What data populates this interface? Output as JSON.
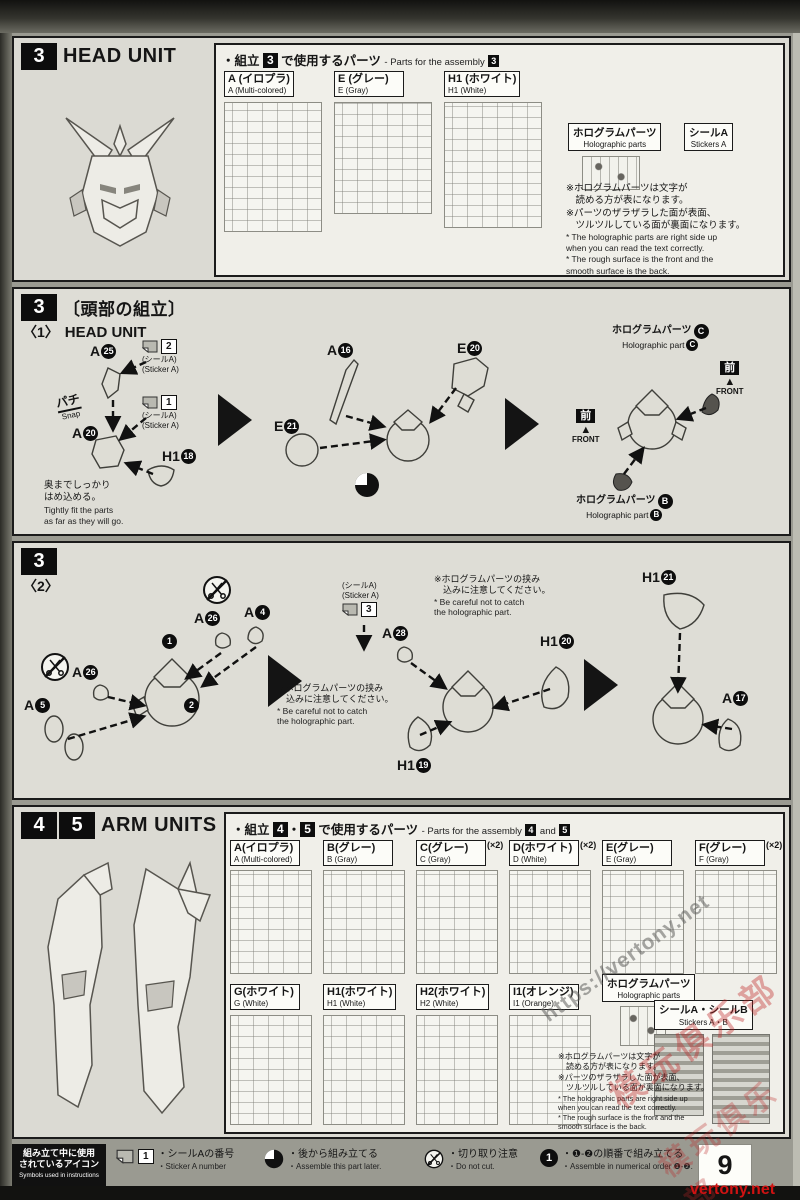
{
  "page": {
    "number": "9"
  },
  "watermarks": {
    "url": "https://vertony.net",
    "site": "vertony.net",
    "seal": "模玩俱乐部"
  },
  "s1": {
    "step": "3",
    "title": "HEAD UNIT",
    "parts_title": {
      "jp_pre": "・組立",
      "step": "3",
      "jp_post": "で使用するパーツ",
      "en_pre": "- Parts for the assembly",
      "en_step": "3"
    },
    "parts": [
      {
        "jp": "A (イロプラ)",
        "en": "A (Multi-colored)"
      },
      {
        "jp": "E (グレー)",
        "en": "E (Gray)"
      },
      {
        "jp": "H1 (ホワイト)",
        "en": "H1 (White)"
      }
    ],
    "holo": {
      "jp": "ホログラムパーツ",
      "en": "Holographic parts"
    },
    "stickers": {
      "jp": "シールA",
      "en": "Stickers A"
    },
    "notes": {
      "jp1": "※ホログラムパーツは文字が",
      "jp2": "　読める方が表になります。",
      "jp3": "※パーツのザラザラした面が表面、",
      "jp4": "　ツルツルしている面が裏面になります。",
      "en1": "* The holographic parts are right side up",
      "en2": "  when you can read the text correctly.",
      "en3": "* The rough surface is the front and the",
      "en4": "  smooth surface is the back."
    }
  },
  "s2": {
    "step": "3",
    "title": "〔頭部の組立〕",
    "substep": "〈1〉",
    "subtitle": "HEAD UNIT",
    "sticker_tag": {
      "jp": "(シールA)",
      "en": "(Sticker A)",
      "num1": "2",
      "num2": "1"
    },
    "snap": {
      "jp": "パチ",
      "en": "Snap"
    },
    "parts": {
      "a25": {
        "l": "A",
        "n": "25"
      },
      "a20": {
        "l": "A",
        "n": "20"
      },
      "h118": {
        "l": "H1",
        "n": "18"
      },
      "a16": {
        "l": "A",
        "n": "16"
      },
      "e20": {
        "l": "E",
        "n": "20"
      },
      "e21": {
        "l": "E",
        "n": "21"
      }
    },
    "fit_note": {
      "jp1": "奥までしっかり",
      "jp2": "はめ込める。",
      "en1": "Tightly fit the parts",
      "en2": "as far as they will go."
    },
    "holo_c": {
      "jp": "ホログラムパーツ",
      "letter": "C",
      "en": "Holographic part"
    },
    "holo_b": {
      "jp": "ホログラムパーツ",
      "letter": "B",
      "en": "Holographic part"
    },
    "front": {
      "jp": "前",
      "en": "FRONT"
    }
  },
  "s3": {
    "step": "3",
    "substep": "〈2〉",
    "parts": {
      "a26a": {
        "l": "A",
        "n": "26"
      },
      "a4": {
        "l": "A",
        "n": "4"
      },
      "a26b": {
        "l": "A",
        "n": "26"
      },
      "a5": {
        "l": "A",
        "n": "5"
      },
      "a28": {
        "l": "A",
        "n": "28"
      },
      "h121": {
        "l": "H1",
        "n": "21"
      },
      "h120": {
        "l": "H1",
        "n": "20"
      },
      "h119": {
        "l": "H1",
        "n": "19"
      },
      "a17": {
        "l": "A",
        "n": "17"
      }
    },
    "order": {
      "n1": "1",
      "n2": "2"
    },
    "sticker_tag": {
      "jp": "(シールA)",
      "en": "(Sticker A)",
      "num": "3"
    },
    "caution": {
      "jp1": "※ホログラムパーツの挟み",
      "jp2": "　込みに注意してください。",
      "en1": "* Be careful not to catch",
      "en2": "  the holographic part."
    }
  },
  "s4": {
    "step1": "4",
    "step2": "5",
    "title": "ARM UNITS",
    "parts_title": {
      "jp_pre": "・組立",
      "step1": "4",
      "dot": "・",
      "step2": "5",
      "jp_post": "で使用するパーツ",
      "en_pre": "- Parts for the assembly",
      "en_step1": "4",
      "en_and": "and",
      "en_step2": "5"
    },
    "parts_row1": [
      {
        "jp": "A(イロプラ)",
        "en": "A (Multi-colored)",
        "count": ""
      },
      {
        "jp": "B(グレー)",
        "en": "B (Gray)",
        "count": ""
      },
      {
        "jp": "C(グレー)",
        "en": "C (Gray)",
        "count": "(×2)"
      },
      {
        "jp": "D(ホワイト)",
        "en": "D (White)",
        "count": "(×2)"
      },
      {
        "jp": "E(グレー)",
        "en": "E (Gray)",
        "count": ""
      },
      {
        "jp": "F(グレー)",
        "en": "F (Gray)",
        "count": "(×2)"
      }
    ],
    "parts_row2": [
      {
        "jp": "G(ホワイト)",
        "en": "G (White)"
      },
      {
        "jp": "H1(ホワイト)",
        "en": "H1 (White)"
      },
      {
        "jp": "H2(ホワイト)",
        "en": "H2 (White)"
      },
      {
        "jp": "I1(オレンジ)",
        "en": "I1 (Orange)"
      }
    ],
    "holo": {
      "jp": "ホログラムパーツ",
      "en": "Holographic parts"
    },
    "stickers": {
      "jp": "シールA・シールB",
      "en": "Stickers A・B"
    }
  },
  "legend": {
    "title_jp1": "組み立て中に使用",
    "title_jp2": "されているアイコン",
    "title_en": "Symbols used in instructions",
    "item1": {
      "badge": "1",
      "jp": "・シールAの番号",
      "en": "・Sticker A number"
    },
    "item2": {
      "jp": "・後から組み立てる",
      "en": "・Assemble this part later."
    },
    "item3": {
      "jp": "・切り取り注意",
      "en": "・Do not cut."
    },
    "item4": {
      "jp": "・❶-❷の順番で組み立てる",
      "en": "・Assemble in numerical order ❶-❷."
    }
  }
}
